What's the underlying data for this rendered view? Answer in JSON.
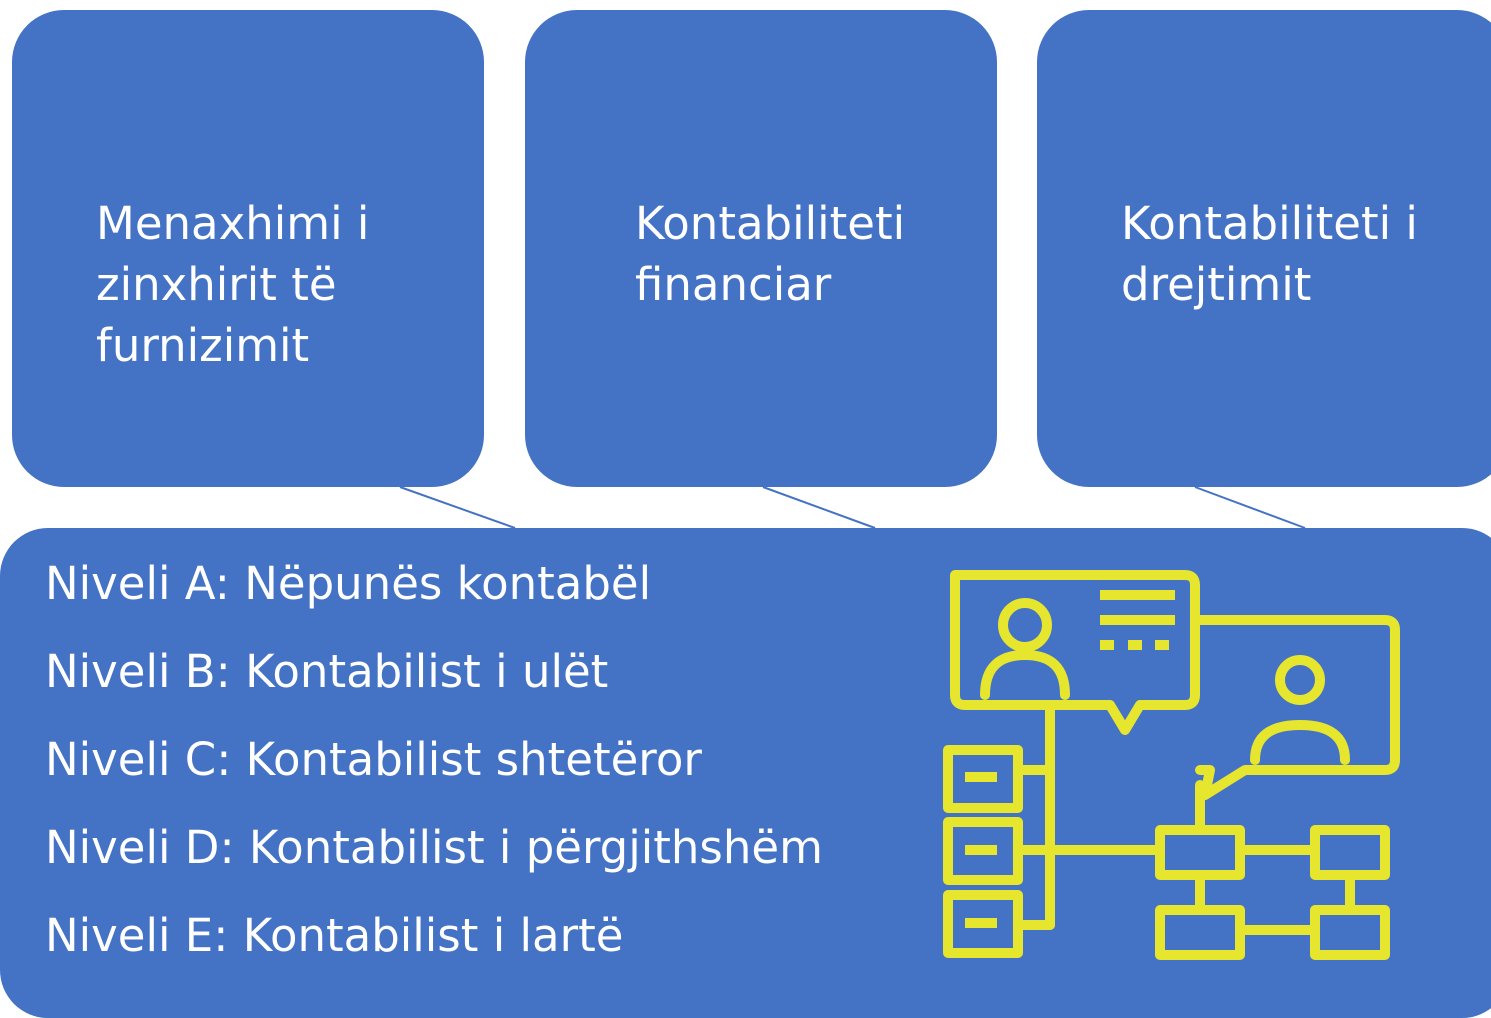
{
  "diagram": {
    "colors": {
      "box_fill": "#4472C4",
      "text": "#FFFFFF",
      "connector": "#4472C4",
      "icon_stroke": "#E6E62E"
    },
    "top_boxes": [
      {
        "label": "Menaxhimi i\nzinxhirit të\nfurnizimit"
      },
      {
        "label": "Kontabiliteti\nfinanciar"
      },
      {
        "label": "Kontabiliteti i\ndrejtimit"
      }
    ],
    "levels_box": {
      "levels": [
        "Niveli A: Nëpunës kontabël",
        "Niveli B: Kontabilist i ulët",
        "Niveli C: Kontabilist shtetëror",
        "Niveli D: Kontabilist i përgjithshëm",
        "Niveli E: Kontabilist i lartë"
      ],
      "icon": "organization-network-icon"
    }
  }
}
